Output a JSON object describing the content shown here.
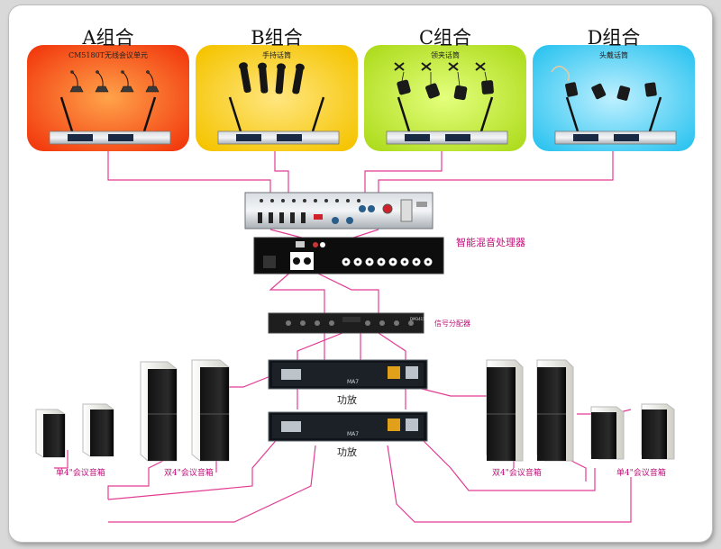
{
  "groups": [
    {
      "title": "A组合",
      "subtitle": "CM5180T无线会议单元",
      "color": "#f23a0e"
    },
    {
      "title": "B组合",
      "subtitle": "手持话筒",
      "color": "#f5c400"
    },
    {
      "title": "C组合",
      "subtitle": "领夹话筒",
      "color": "#aedc1e"
    },
    {
      "title": "D组合",
      "subtitle": "头戴话筒",
      "color": "#2ec4f0"
    }
  ],
  "labels": {
    "processor": "智能混音处理器",
    "splitter": "信号分配器",
    "amp1": "功放",
    "amp2": "功放",
    "spk_single_left": "单4\"会议音箱",
    "spk_double_left": "双4\"会议音箱",
    "spk_double_right": "双4\"会议音箱",
    "spk_single_right": "单4\"会议音箱"
  },
  "devices": {
    "amp_model": "MA7",
    "splitter_model": "DM3411"
  },
  "colors": {
    "cable": "#e23c93"
  }
}
